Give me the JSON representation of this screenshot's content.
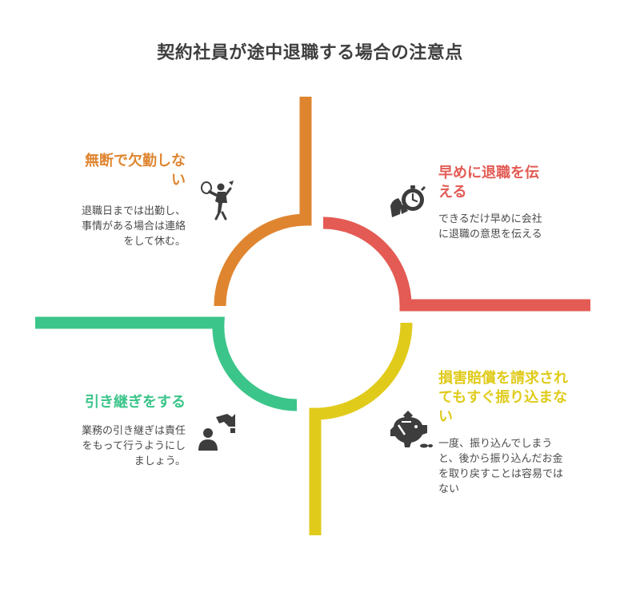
{
  "title": "契約社員が途中退職する場合の注意点",
  "colors": {
    "orange": "#DF8530",
    "red": "#E35B54",
    "yellow": "#E0CB1B",
    "green": "#3CC58A",
    "text": "#4a4a4a",
    "title": "#3f3f3f",
    "icon": "#3d3d3d"
  },
  "sections": {
    "top_left": {
      "heading_lines": [
        "無断で欠勤しな",
        "い"
      ],
      "desc_lines": [
        "退職日までは出勤し、",
        "事情がある場合は連絡",
        "をして休む。"
      ],
      "icon": "badminton-player-icon"
    },
    "top_right": {
      "heading_lines": [
        "早めに退職を伝",
        "える"
      ],
      "desc_lines": [
        "できるだけ早めに会社",
        "に退職の意思を伝える"
      ],
      "icon": "stopwatch-in-hand-icon"
    },
    "bottom_left": {
      "heading_lines": [
        "引き継ぎをする"
      ],
      "desc_lines": [
        "業務の引き継ぎは責任",
        "をもって行うようにし",
        "ましょう。"
      ],
      "icon": "handover-person-icon"
    },
    "bottom_right": {
      "heading_lines": [
        "損害賠償を請求され",
        "てもすぐ振り込まな",
        "い"
      ],
      "desc_lines": [
        "一度、振り込んでしまう",
        "と、後から振り込んだお金",
        "を取り戻すことは容易では",
        "ない"
      ],
      "icon": "piggy-bank-icon"
    }
  }
}
